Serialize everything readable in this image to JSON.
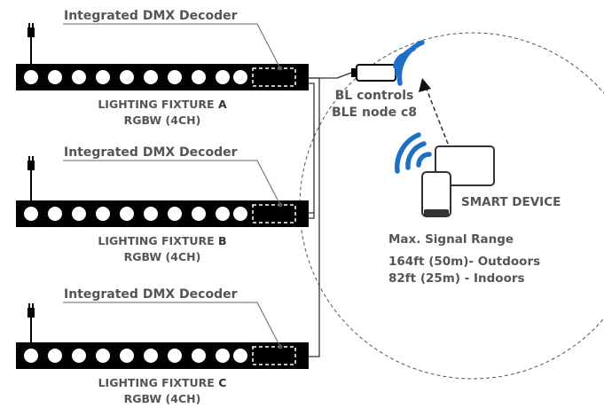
{
  "fixtures": [
    {
      "decoder_label": "Integrated DMX Decoder",
      "name_prefix": "LIGHTING FIXTURE ",
      "name_letter": "A",
      "type": "RGBW (4CH)"
    },
    {
      "decoder_label": "Integrated DMX Decoder",
      "name_prefix": "LIGHTING FIXTURE ",
      "name_letter": "B",
      "type": "RGBW (4CH)"
    },
    {
      "decoder_label": "Integrated DMX Decoder",
      "name_prefix": "LIGHTING FIXTURE ",
      "name_letter": "C",
      "type": "RGBW (4CH)"
    }
  ],
  "node": {
    "line1": "BL controls",
    "line2": "BLE node c8"
  },
  "smart_device": {
    "label": "SMART DEVICE"
  },
  "range": {
    "title": "Max. Signal Range",
    "outdoors": "164ft (50m)- Outdoors",
    "indoors": "82ft (25m) - Indoors"
  },
  "colors": {
    "signal": "#1f6fc5",
    "fixture": "#000000",
    "text": "#555555",
    "line": "#333333"
  },
  "icons": [
    "power-plug-icon",
    "led-dot-icon",
    "wifi-signal-icon",
    "smartphone-icon",
    "tablet-icon",
    "ble-node-icon"
  ]
}
